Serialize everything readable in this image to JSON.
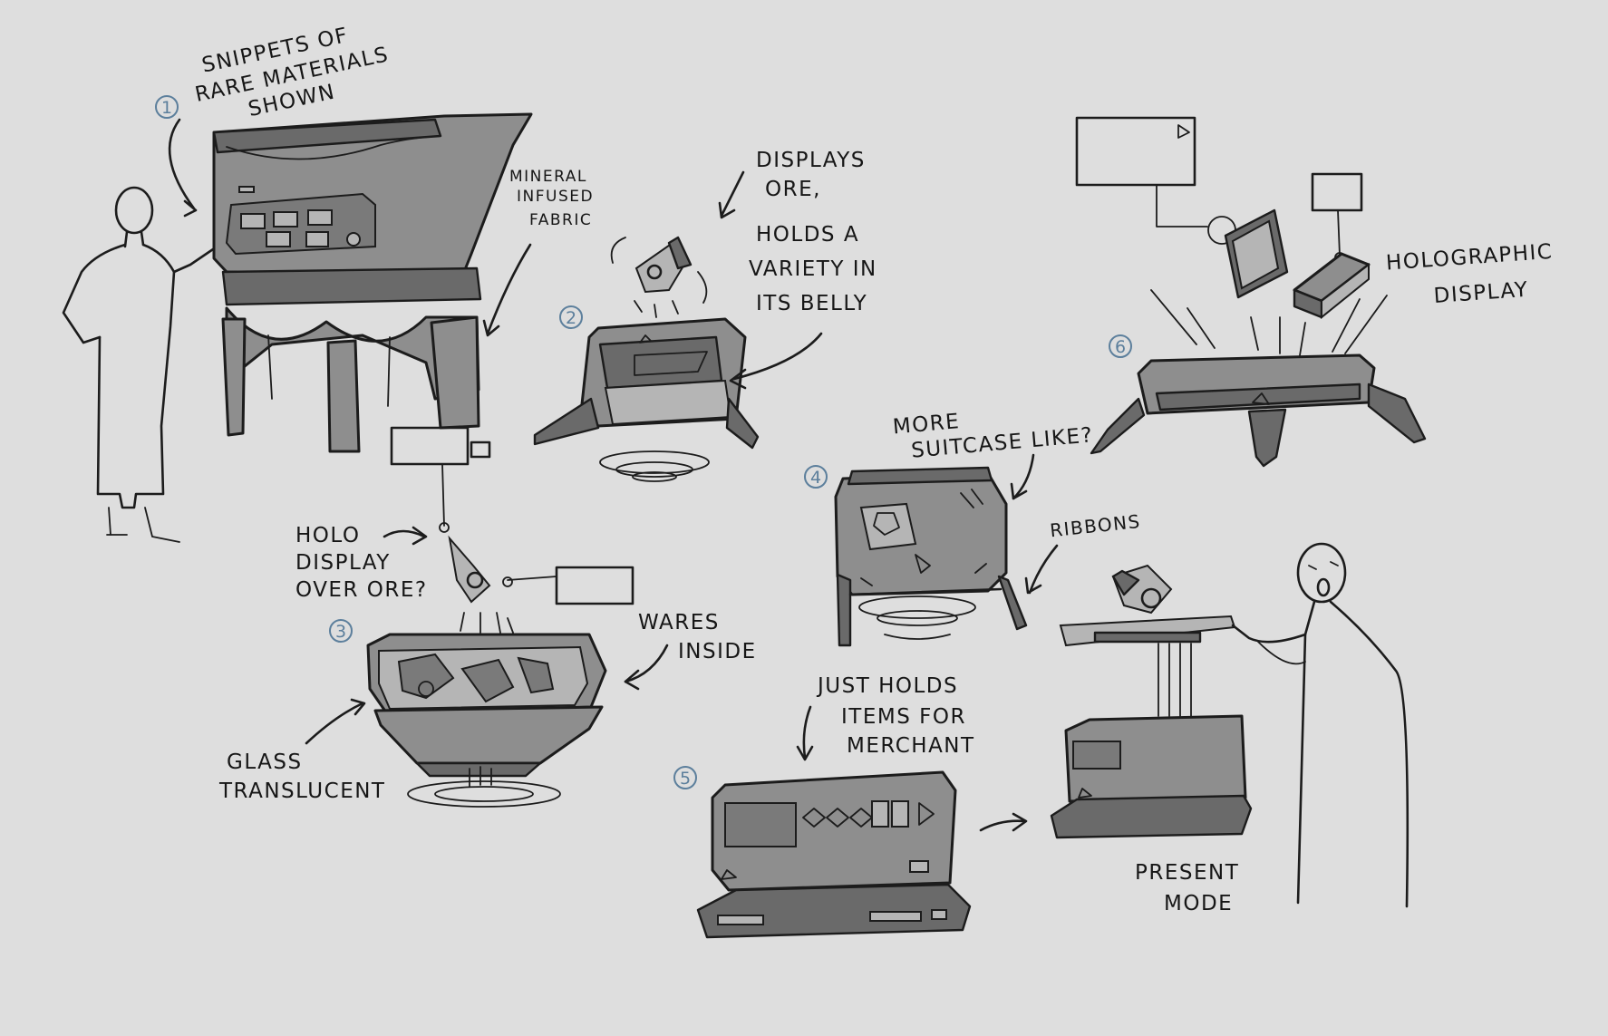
{
  "numbers": [
    "1",
    "2",
    "3",
    "4",
    "5",
    "6"
  ],
  "annotations": {
    "rare_materials": [
      "SNIPPETS OF",
      "RARE MATERIALS",
      "SHOWN"
    ],
    "mineral_fabric": [
      "MINERAL",
      "INFUSED",
      "FABRIC"
    ],
    "displays_ore": [
      "DISPLAYS",
      "ORE,",
      "HOLDS A",
      "VARIETY IN",
      "ITS BELLY"
    ],
    "holo_over_ore": [
      "HOLO",
      "DISPLAY",
      "OVER ORE?"
    ],
    "wares_inside": [
      "WARES",
      "INSIDE"
    ],
    "glass": [
      "GLASS",
      "TRANSLUCENT"
    ],
    "suitcase": [
      "MORE",
      "SUITCASE LIKE?"
    ],
    "ribbons": [
      "RIBBONS"
    ],
    "just_holds": [
      "JUST HOLDS",
      "ITEMS FOR",
      "MERCHANT"
    ],
    "present_mode": [
      "PRESENT",
      "MODE"
    ],
    "holographic": [
      "HOLOGRAPHIC",
      "DISPLAY"
    ]
  },
  "colors": {
    "paper": "#dedede",
    "ink": "#1c1c1c",
    "marker_gray": "#8e8e8e",
    "number_blue": "#5c7f9c"
  }
}
